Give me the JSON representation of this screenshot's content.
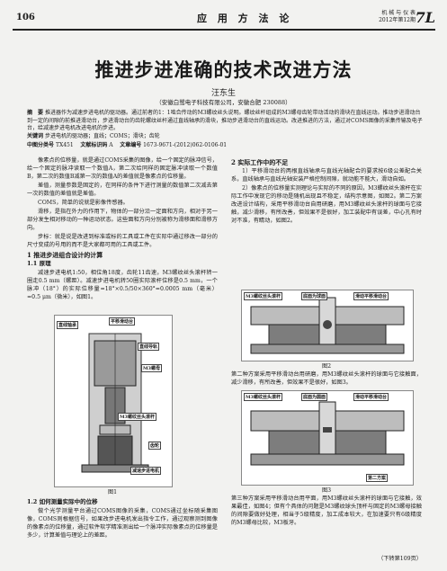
{
  "header": {
    "page_number": "106",
    "journal": "应 用 方 法 论",
    "right_line1": "机 械 与 仪 表",
    "right_line2": "2012年第12期",
    "logo": "7L"
  },
  "title": "推进步进准确的技术改进方法",
  "author": "汪东生",
  "affiliation": "（安徽白鹭电子科技有限公司，安徽合肥 230088）",
  "abstract": {
    "label": "摘　要",
    "text": "推进器作为减速步进电机的驱动器。通过前者的1：1啮合传动的M3螺纹丝头说明。螺纹丝杆组成的M3螺母齿轮带动活动的滑块在直线运动。推动步进滑动台到一定的间隙的前推进滑动台，步进滑动台的齿轮螺纹丝杆通过直线轴承的滑块，推动步进滑动台的直线运动。改进推进的方法，通过对COMS图像的采集传输及电子台，给减速步进电机改进电机的步进。",
    "keywords_label": "关键词",
    "keywords": "步进电机的驱动器；直线；COMS；滑块；齿轮",
    "clc_label": "中图分类号",
    "clc": "TX451",
    "doc_label": "文献标识码",
    "doc": "A",
    "art_label": "文章编号",
    "art": "1673-9671-(2012)062-0106-01"
  },
  "left_col": {
    "paras": [
      "像素点的位移量，就是通过COMS采集的图像，给一个固定的脉冲信号，给一个固定的脉冲读取一个数值A，第二次给同样的固定脉冲读取一个数值B，第二次的数值B减第一次的数值A的差值就是像素点的位移量。",
      "差值，测量参数是固定的，在同样的条件下进行测量的数值第二次减去第一次的数值的差值就是差值。",
      "COMS，简单的说就是影像传感器。",
      "滑移，是指在外力的作用下，物体的一部分沿一定面和方向，相对于另一部分发生相对移动的一种运动状态。这些面和方向分别被称为滑移面和滑移方向。",
      "步标：就是说是改进到标准或标的工具或工件在实际中通过移改一部分的尺寸变成的号用的而不是大家都可用的工具或工件。"
    ],
    "h1": "1  推进步进组合设计的计算",
    "h2": "1.1  原理",
    "p_after": "减速步进电机1:50，相位角18度，齿轮11齿速，M3螺纹丝头滚杆转一圈走0.5 mm（螺距）。减速步进电机转50圈实际滚杆位移是0.5 mm，一个脉冲（18°）的实际位移量=18°×0.5/50×360°=0.0005 mm（毫米）=0.5 μm（微米），如图1。",
    "fig1_labels": [
      "直线轴承",
      "平移滑动台",
      "直线导轨",
      "M3螺母",
      "M3螺纹丝头滚杆",
      "齿轮",
      "减速步进电机"
    ],
    "fig1_caption": "图1",
    "h3": "1.2  如何测量实际中的位移",
    "p_end": "做个光学测量平台通过COMS图像的采集，COMS通过坐标随采集图像，COMS则根据信号，如果改步进电机发出指令工作，通过观察测到图像的像素点的位移量，通过软件软学精准测出给一个脉冲实际像素点的位移量是多少，计算差值与理论上的差距。"
  },
  "right_col": {
    "h1": "2  实际工作中的不足",
    "paras": [
      "1）平移滑动台的两根直线轴承与直线光轴配合的要求按6级公差配合关系，直线轴承与直线光轴安装严格控制间隙，就动能不能大，滑动自如。",
      "2）像素点的位移量实测理论与实际的不同的原因，M3螺纹丝头滚杆在实际工作中发现它的移动是随机出现且不稳定，结构示意图，如图2。第二方案改进设计结构，采用平移滑动台自用研磨，用M3螺纹丝头滚杆的球面与它接触，减少滑移，有所改善，但效果不是很好，加工装配中有误差，中心孔有时对不准，有睛动，如图2。"
    ],
    "fig2_labels": [
      "M3螺纹丝头滚杆",
      "底面为球面",
      "滑动平移滑动台"
    ],
    "fig2_caption": "图2",
    "fig2_text": "第二种方案采用平移滑动台用研磨，用M3螺纹丝头滚杆的球面与它接触面，减少滑移，有所改善，但效果不是很好，如图3。",
    "fig3_labels": [
      "M3螺纹丝头滚杆",
      "底面为圆面",
      "滑动平移滑动台",
      "第二方案"
    ],
    "fig3_caption": "图3",
    "fig3_text": "第三种方案采用平移滑动台用平面，用M3螺纹丝头滚杆的球面与它接触，效果最佳，如图4；但有个具体的问题是M3螺纹球头顶杆与固定的M3螺母接触的间隙要做好处理，相当于5级精度，加工成本较大，在加速要只有6级精度的M3螺母比较，M3板牙。",
    "continued": "（下转第109页）"
  }
}
